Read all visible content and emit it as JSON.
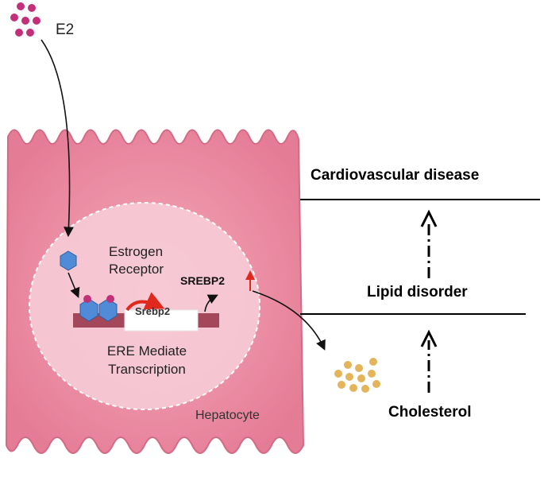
{
  "labels": {
    "ligand": "E2",
    "receptor_line1": "Estrogen",
    "receptor_line2": "Receptor",
    "protein": "SREBP2",
    "gene": "Srebp2",
    "transcription_line1": "ERE Mediate",
    "transcription_line2": "Transcription",
    "cell": "Hepatocyte",
    "disease": "Cardiovascular disease",
    "disorder": "Lipid disorder",
    "metabolite": "Cholesterol"
  },
  "icons": {
    "e2_particles": "magenta-dots",
    "cholesterol_particles": "gold-dots",
    "up_regulation": "red-up-arrow"
  },
  "colors": {
    "cell_fill": "#ee8fa6",
    "cell_edge": "#d46a86",
    "nucleus_fill": "#f7cfd9",
    "e2_dot": "#c2307a",
    "receptor": "#4f8bd6",
    "dna_bar": "#a4475a",
    "transcription_arrow": "#e0281c",
    "cholesterol_dot": "#e3b45a",
    "line": "#000000"
  }
}
